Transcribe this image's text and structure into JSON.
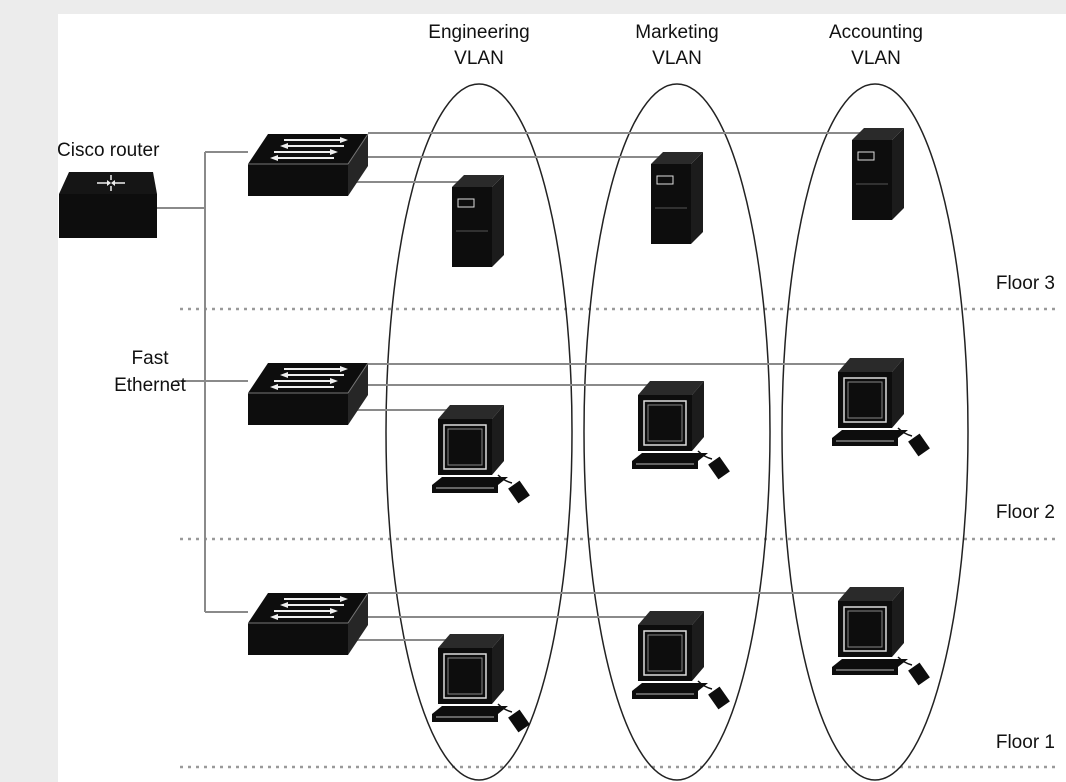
{
  "labels": {
    "router": "Cisco router",
    "backbone_line1": "Fast",
    "backbone_line2": "Ethernet"
  },
  "vlans": [
    {
      "line1": "Engineering",
      "line2": "VLAN"
    },
    {
      "line1": "Marketing",
      "line2": "VLAN"
    },
    {
      "line1": "Accounting",
      "line2": "VLAN"
    }
  ],
  "floors": [
    "Floor 3",
    "Floor 2",
    "Floor 1"
  ],
  "colors": {
    "background_left": "#ececec",
    "canvas": "#ffffff",
    "device": "#111111",
    "link": "#888888",
    "ellipse": "#222222",
    "floor_divider": "#999999"
  },
  "icons": {
    "router": "router-icon",
    "switch": "switch-icon",
    "server": "server-icon",
    "workstation": "workstation-icon"
  }
}
